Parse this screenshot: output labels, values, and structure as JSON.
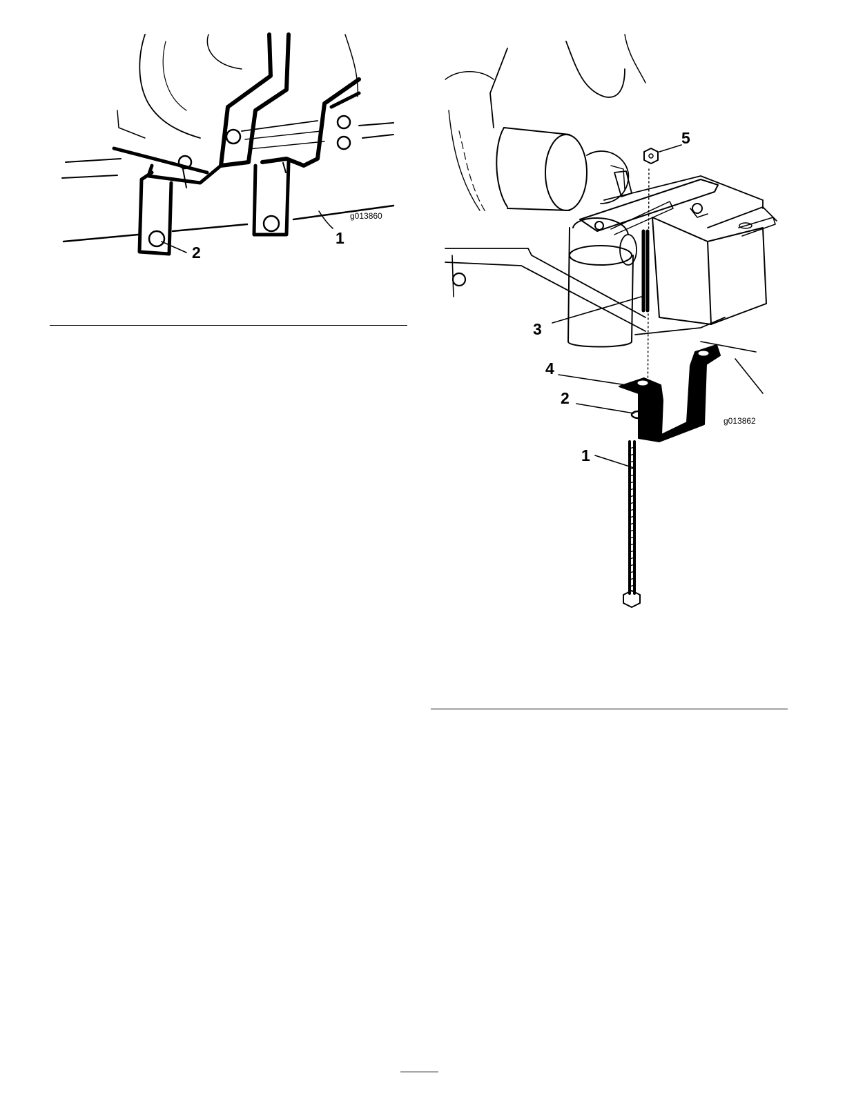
{
  "figures": [
    {
      "id_label": "g013860",
      "callouts": [
        "1",
        "2"
      ]
    },
    {
      "id_label": "g013862",
      "callouts": [
        "5",
        "3",
        "4",
        "2",
        "1"
      ]
    }
  ]
}
